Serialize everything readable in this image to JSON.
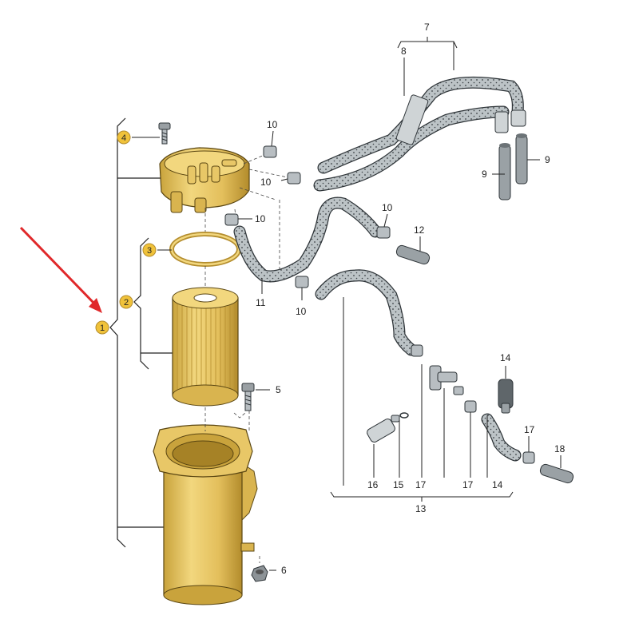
{
  "diagram": {
    "colors": {
      "yellow_part": "#e8c767",
      "yellow_dark": "#b8952f",
      "hose_fill": "#bcc3c6",
      "hose_stroke": "#2e3438",
      "hose_dot": "#3a4044",
      "leader": "#222222",
      "badge": "#f0c23a",
      "arrow": "#e0282a"
    },
    "callouts": {
      "c1": "1",
      "c2": "2",
      "c3": "3",
      "c4": "4",
      "c5": "5",
      "c6": "6",
      "c7": "7",
      "c8": "8",
      "c9a": "9",
      "c9b": "9",
      "c10a": "10",
      "c10b": "10",
      "c10c": "10",
      "c10d": "10",
      "c10e": "10",
      "c11": "11",
      "c12": "12",
      "c13": "13",
      "c14a": "14",
      "c14b": "14",
      "c15": "15",
      "c16": "16",
      "c17a": "17",
      "c17b": "17",
      "c17c": "17",
      "c18": "18"
    }
  }
}
